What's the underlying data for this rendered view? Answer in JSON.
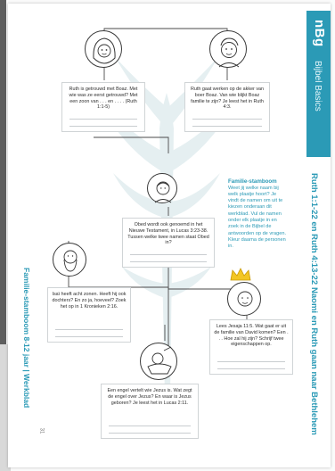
{
  "sidebar": {
    "logo": "nBg",
    "logo_sub": "Bijbel Basics",
    "bible_ref": "Ruth 1:1-22 en Ruth 4:13-22",
    "story_title": "Naomi en Ruth gaan naar Bethlehem"
  },
  "footer": {
    "side_text": "Familie-stamboom 8-12 jaar  |  Werkblad",
    "page_number": "31"
  },
  "note": {
    "heading": "Familie-stamboom",
    "body": "Weet jij welke naam bij welk plaatje hoort? Je vindt de namen om uit te kiezen onderaan dit werkblad. Vul de namen onder elk plaatje in en zoek in de Bijbel de antwoorden op de vragen. Kleur daarna de personen in."
  },
  "cards": [
    {
      "text": "Ruth is getrouwd met Boaz. Met wie was ze eerst getrouwd? Met een zoon van . . . en . . . . (Ruth 1:1-5)"
    },
    {
      "text": "Ruth gaat werken op de akker van boer Boaz. Van wie blijkt Boaz familie te zijn? Je leest het in Ruth 4:3."
    },
    {
      "text": "Obed wordt ook genoemd in het Nieuwe Testament, in Lucas 3:23-38. Tussen welke twee namen staat Obed in?"
    },
    {
      "text": "Isaï heeft acht zonen. Heeft hij ook dochters? En zo ja, hoeveel? Zoek het op in 1 Kronieken 2:16."
    },
    {
      "text": "Lees Jesaja 11:5. Wat gaat er uit de familie van David komen? Een . . . Hoe zal hij zijn? Schrijf twee eigenschappen op."
    },
    {
      "text": "Een engel vertelt wie Jezus is. Wat zegt de engel over Jezus? En waar is Jezus geboren? Je leest het in Lucas 2:11."
    }
  ],
  "colors": {
    "teal": "#2b9ab6",
    "tree": "#e5eff1",
    "crown": "#f3c623"
  }
}
